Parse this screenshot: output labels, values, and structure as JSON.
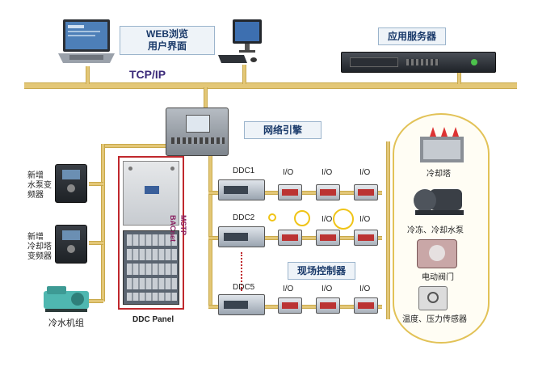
{
  "labels": {
    "web_browser": "WEB浏览\n用户界面",
    "app_server": "应用服务器",
    "tcpip": "TCP/IP",
    "network_engine": "网络引擎",
    "field_controller": "现场控制器",
    "ddc_panel": "DDC Panel",
    "mstp": "MSTP",
    "bacnet": "BACnet",
    "ddc1": "DDC1",
    "ddc2": "DDC2",
    "ddc5": "DDC5",
    "io": "I/O",
    "new_pump_vfd": "新增\n水泵变\n频器",
    "new_tower_vfd": "新增\n冷却塔\n变频器",
    "chiller": "冷水机组",
    "cooling_tower": "冷却塔",
    "pumps": "冷冻、冷却水泵",
    "valve": "电动阀门",
    "sensor": "温度、压力传感器"
  },
  "colors": {
    "bus": "#e3c777",
    "panel_border": "#c0282d",
    "cloud_border": "#e2c257",
    "label_bg": "#eef3f8",
    "title_text": "#1a3a6a",
    "tcpip_text": "#3b2a7a"
  }
}
